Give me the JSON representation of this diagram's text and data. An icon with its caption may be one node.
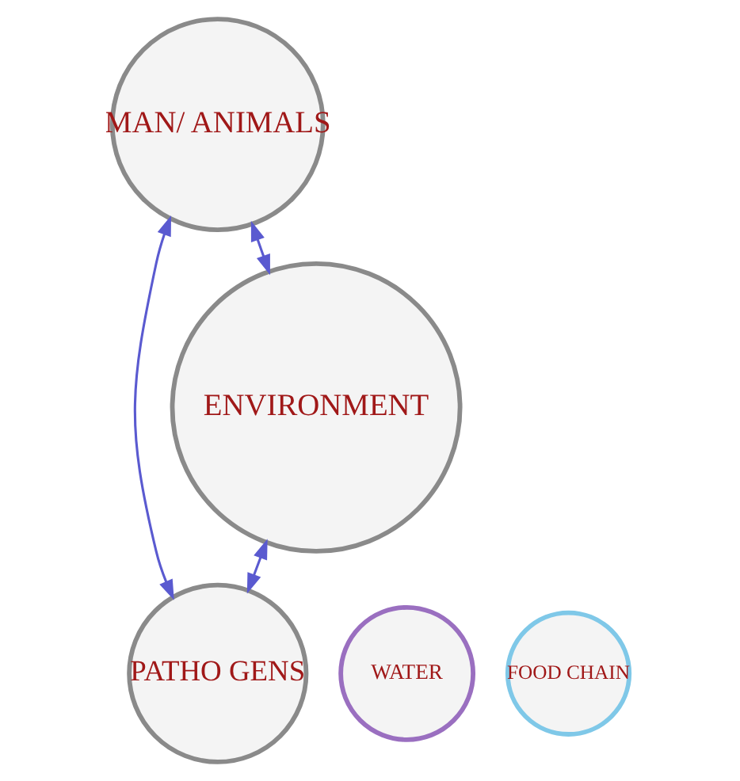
{
  "diagram": {
    "nodes": [
      {
        "text": [
          "MAN/ ANIMALS"
        ]
      },
      {
        "text": [
          "WATER"
        ]
      },
      {
        "text": [
          "PATHO GENS"
        ]
      },
      {
        "text": [
          "FOOD CHAIN"
        ]
      },
      {
        "text": [
          "ENVIRONMENT"
        ]
      }
    ],
    "edges": [
      {
        "from": 0,
        "to": 2,
        "arrow": "both"
      },
      {
        "from": 0,
        "to": 4,
        "arrow": "both"
      },
      {
        "from": 4,
        "to": 2,
        "arrow": "both"
      }
    ]
  }
}
